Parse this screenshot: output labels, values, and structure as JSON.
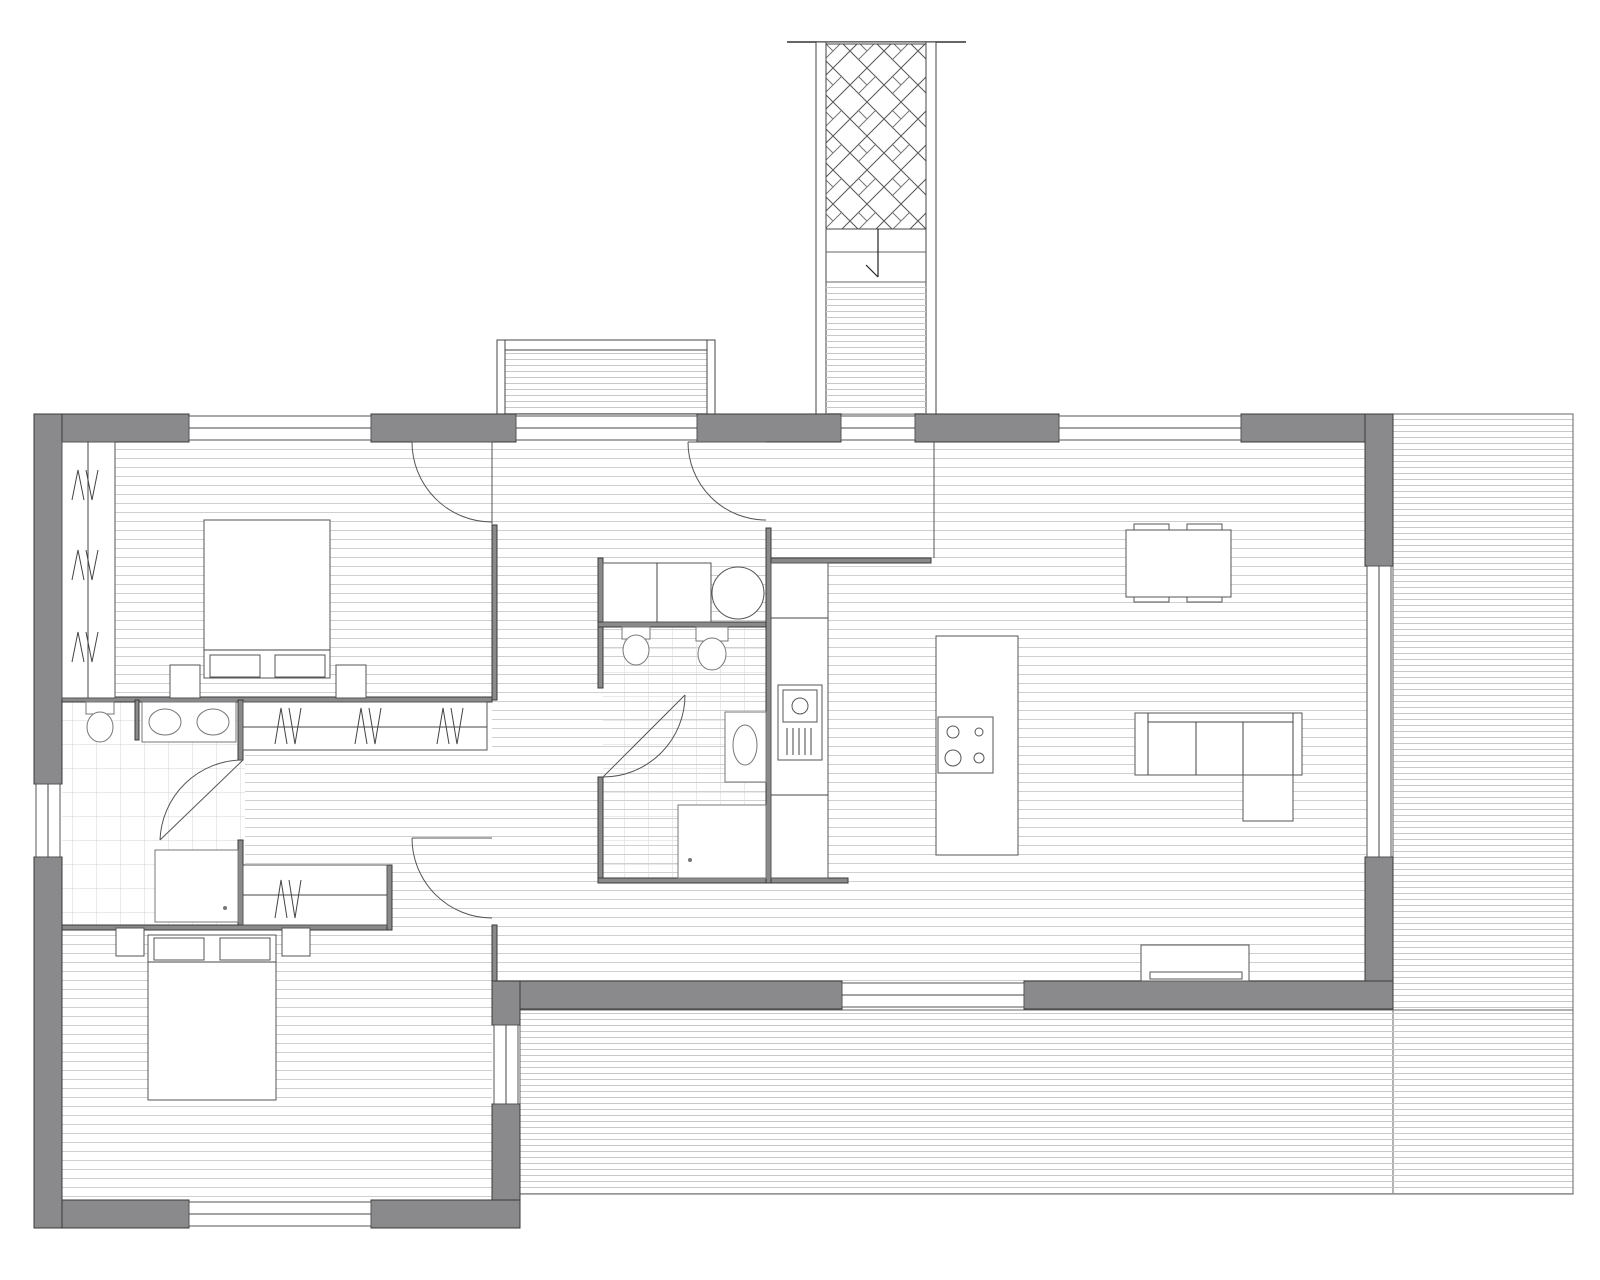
{
  "drawing": {
    "type": "architectural floor plan",
    "colors": {
      "wall": "#8a8a8c",
      "wall_outline": "#3a3a3a",
      "floor_hatch": "#cfcfcf",
      "tile_grid": "#d4d4d4",
      "line": "#444444",
      "background": "#ffffff"
    },
    "hatch_floors": [
      "bedroom-1-floor",
      "bedroom-2-floor",
      "living-area-floor",
      "hallway-floor",
      "terrace-deck",
      "rear-deck-ramp"
    ],
    "tiled_floors": [
      "bathroom-1-floor",
      "bathroom-2-floor"
    ],
    "furniture": [
      "double-bed",
      "double-bed",
      "nightstand",
      "nightstand",
      "nightstand",
      "nightstand",
      "wardrobe",
      "wardrobe",
      "wardrobe",
      "toilet",
      "toilet",
      "double-sink",
      "sink",
      "shower-tray",
      "shower-tray",
      "washing-machine",
      "kitchen-counter",
      "kitchen-sink",
      "kitchen-island",
      "cooktop",
      "dining-table",
      "dining-chair",
      "dining-chair",
      "dining-chair",
      "dining-chair",
      "l-shaped-sofa",
      "tv-console"
    ],
    "door_count": 7,
    "window_count": 8
  }
}
